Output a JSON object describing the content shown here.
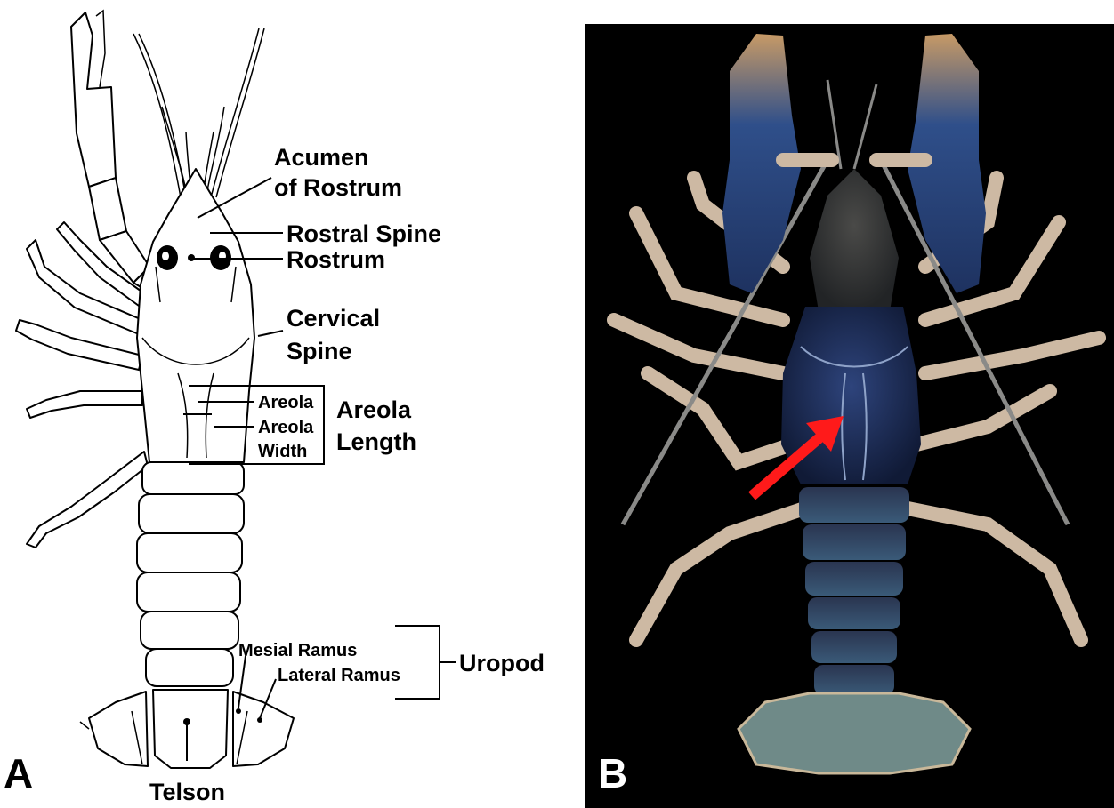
{
  "panel_a": {
    "panel_letter": "A",
    "labels": {
      "acumen_line1": "Acumen",
      "acumen_line2": "of Rostrum",
      "rostral_spine": "Rostral Spine",
      "rostrum": "Rostrum",
      "cervical_line1": "Cervical",
      "cervical_line2": "Spine",
      "areola": "Areola",
      "areola_width_line1": "Areola",
      "areola_width_line2": "Width",
      "areola_length_line1": "Areola",
      "areola_length_line2": "Length",
      "mesial_ramus": "Mesial Ramus",
      "lateral_ramus": "Lateral Ramus",
      "uropod": "Uropod",
      "telson": "Telson"
    }
  },
  "panel_b": {
    "panel_letter": "B",
    "background_color": "#000000",
    "arrow_color": "#ff1a1a",
    "body_color": "#1f2f5c",
    "leg_color": "#cdb9a3"
  }
}
